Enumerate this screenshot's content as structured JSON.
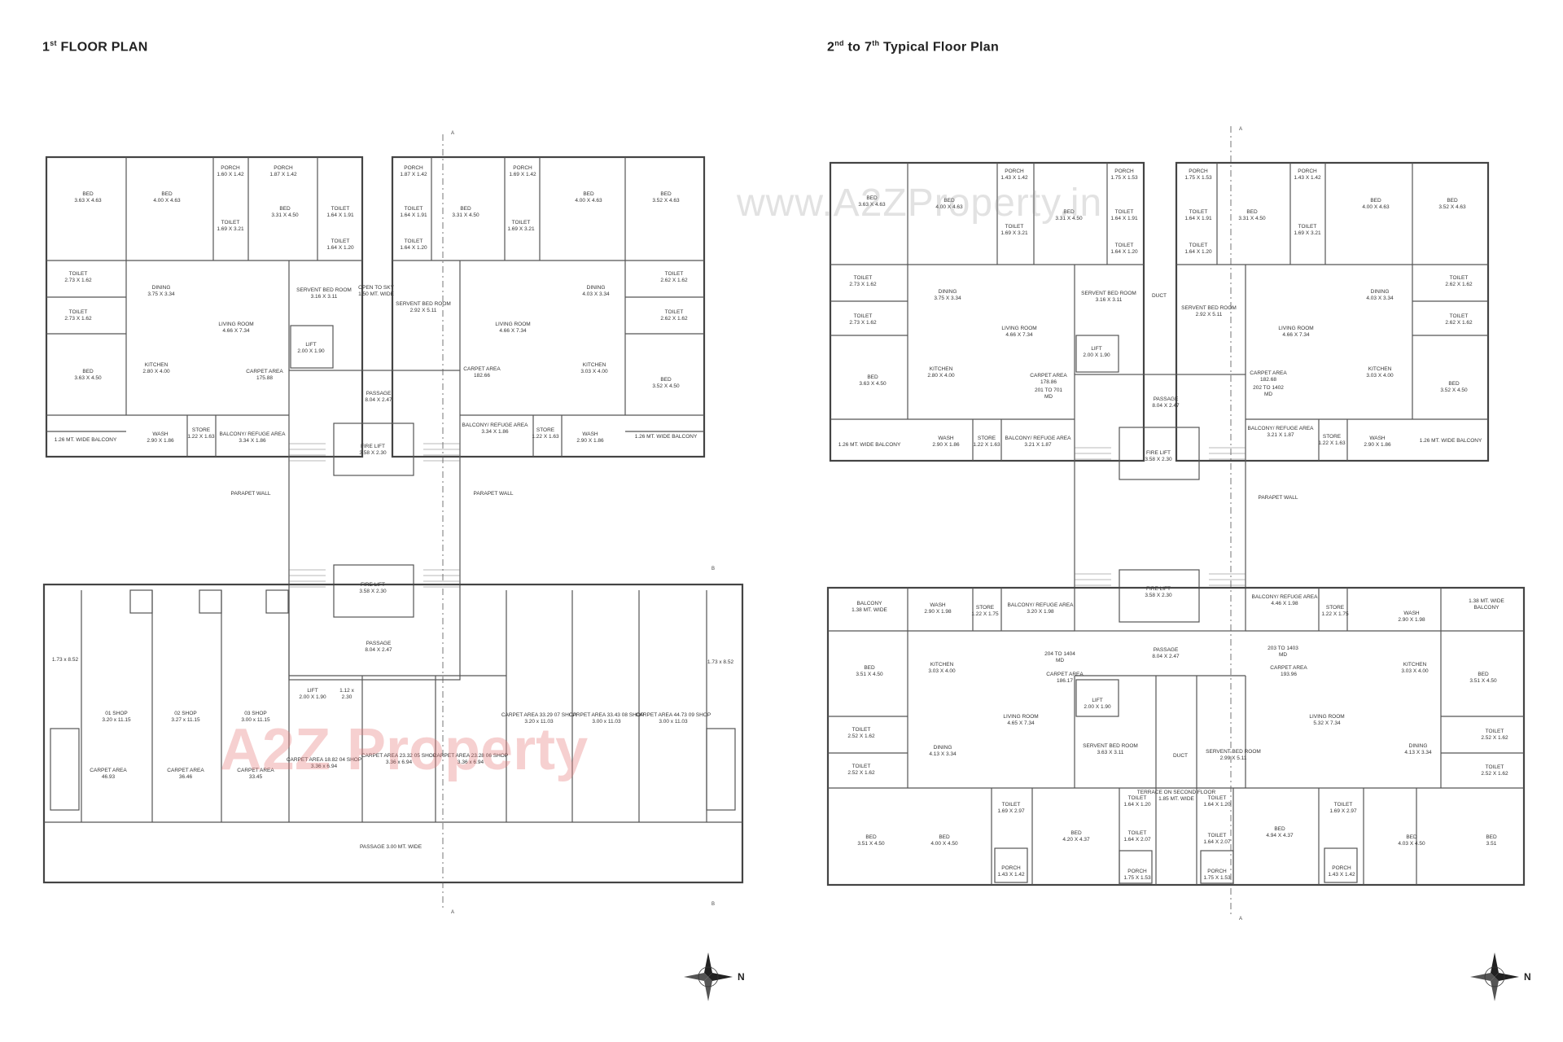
{
  "headings": {
    "left_sup": "st",
    "left_pre": "1",
    "left_rest": " FLOOR PLAN",
    "right_pre": "2",
    "right_sup": "nd",
    "right_mid": " to 7",
    "right_sup2": "th",
    "right_rest": " Typical Floor Plan"
  },
  "watermarks": {
    "url": "www.A2ZProperty.in",
    "logo": "A2Z Property"
  },
  "compass": {
    "label": "N"
  },
  "section_tags": {
    "a": "A",
    "b": "B"
  },
  "floor1_rooms": [
    {
      "k": "bed_l1",
      "name": "BED",
      "dim": "3.63 X 4.63"
    },
    {
      "k": "bed_l2",
      "name": "BED",
      "dim": "4.00 X 4.63"
    },
    {
      "k": "porch_l1",
      "name": "PORCH",
      "dim": "1.60 X 1.42"
    },
    {
      "k": "porch_l2",
      "name": "PORCH",
      "dim": "1.87 X 1.42"
    },
    {
      "k": "bed_l3",
      "name": "BED",
      "dim": "3.31 X 4.50"
    },
    {
      "k": "toilet_l1",
      "name": "TOILET",
      "dim": "1.69 X 3.21"
    },
    {
      "k": "toilet_l2",
      "name": "TOILET",
      "dim": "1.64 X 1.91"
    },
    {
      "k": "toilet_l3",
      "name": "TOILET",
      "dim": "1.64 X 1.20"
    },
    {
      "k": "toilet_l4",
      "name": "TOILET",
      "dim": "2.73 X 1.62"
    },
    {
      "k": "toilet_l5",
      "name": "TOILET",
      "dim": "2.73 X 1.62"
    },
    {
      "k": "dining_l",
      "name": "DINING",
      "dim": "3.75 X 3.34"
    },
    {
      "k": "living_l",
      "name": "LIVING ROOM",
      "dim": "4.66 X 7.34"
    },
    {
      "k": "servent_l",
      "name": "SERVENT BED ROOM",
      "dim": "3.16 X 3.11"
    },
    {
      "k": "sky",
      "name": "OPEN TO SKY",
      "dim": "1.50 MT. WIDE"
    },
    {
      "k": "bed_l4",
      "name": "BED",
      "dim": "3.63 X 4.50"
    },
    {
      "k": "kitchen_l",
      "name": "KITCHEN",
      "dim": "2.80 X 4.00"
    },
    {
      "k": "carpet_l",
      "name": "CARPET AREA",
      "dim": "175.88"
    },
    {
      "k": "lift_l",
      "name": "LIFT",
      "dim": "2.00 X 1.90"
    },
    {
      "k": "wash_l",
      "name": "WASH",
      "dim": "2.90 X 1.86"
    },
    {
      "k": "store_l",
      "name": "STORE",
      "dim": "1.22 X 1.63"
    },
    {
      "k": "balc_l",
      "name": "BALCONY/ REFUGE AREA",
      "dim": "3.34 X 1.86"
    },
    {
      "k": "balc_wide_l",
      "name": "1.26 MT. WIDE BALCONY",
      "dim": ""
    },
    {
      "k": "passage1",
      "name": "PASSAGE",
      "dim": "8.04 X 2.47"
    },
    {
      "k": "fire1",
      "name": "FIRE LIFT",
      "dim": "3.58 X 2.30"
    },
    {
      "k": "porch_r1",
      "name": "PORCH",
      "dim": "1.87 X 1.42"
    },
    {
      "k": "porch_r2",
      "name": "PORCH",
      "dim": "1.69 X 1.42"
    },
    {
      "k": "toilet_r1",
      "name": "TOILET",
      "dim": "1.64 X 1.91"
    },
    {
      "k": "toilet_r2",
      "name": "TOILET",
      "dim": "1.64 X 1.20"
    },
    {
      "k": "bed_r1",
      "name": "BED",
      "dim": "3.31 X 4.50"
    },
    {
      "k": "toilet_r3",
      "name": "TOILET",
      "dim": "1.69 X 3.21"
    },
    {
      "k": "bed_r2",
      "name": "BED",
      "dim": "4.00 X 4.63"
    },
    {
      "k": "bed_r3",
      "name": "BED",
      "dim": "3.52 X 4.63"
    },
    {
      "k": "servent_r",
      "name": "SERVENT BED ROOM",
      "dim": "2.92 X 5.11"
    },
    {
      "k": "dining_r",
      "name": "DINING",
      "dim": "4.03 X 3.34"
    },
    {
      "k": "living_r",
      "name": "LIVING ROOM",
      "dim": "4.66 X 7.34"
    },
    {
      "k": "toilet_r4",
      "name": "TOILET",
      "dim": "2.62 X 1.62"
    },
    {
      "k": "toilet_r5",
      "name": "TOILET",
      "dim": "2.62 X 1.62"
    },
    {
      "k": "carpet_r",
      "name": "CARPET AREA",
      "dim": "182.66"
    },
    {
      "k": "kitchen_r",
      "name": "KITCHEN",
      "dim": "3.03 X 4.00"
    },
    {
      "k": "bed_r4",
      "name": "BED",
      "dim": "3.52 X 4.50"
    },
    {
      "k": "balc_r",
      "name": "BALCONY/ REFUGE AREA",
      "dim": "3.34 X 1.86"
    },
    {
      "k": "store_r",
      "name": "STORE",
      "dim": "1.22 X 1.63"
    },
    {
      "k": "wash_r",
      "name": "WASH",
      "dim": "2.90 X 1.86"
    },
    {
      "k": "balc_wide_r",
      "name": "1.26 MT. WIDE BALCONY",
      "dim": ""
    },
    {
      "k": "parapet_l",
      "name": "PARAPET WALL",
      "dim": ""
    },
    {
      "k": "parapet_r",
      "name": "PARAPET WALL",
      "dim": ""
    },
    {
      "k": "fire2",
      "name": "FIRE LIFT",
      "dim": "3.58 X 2.30"
    },
    {
      "k": "passage2",
      "name": "PASSAGE",
      "dim": "8.04 X 2.47"
    },
    {
      "k": "lift2",
      "name": "LIFT",
      "dim": "2.00 X 1.90"
    },
    {
      "k": "small",
      "name": "1.12 x",
      "dim": "2.30"
    },
    {
      "k": "shop1",
      "name": "01 SHOP",
      "dim": "3.20 x 11.15"
    },
    {
      "k": "shop2",
      "name": "02 SHOP",
      "dim": "3.27 x 11.15"
    },
    {
      "k": "shop3",
      "name": "03 SHOP",
      "dim": "3.00 x 11.15"
    },
    {
      "k": "carpet_s1",
      "name": "CARPET AREA",
      "dim": "46.93"
    },
    {
      "k": "carpet_s2",
      "name": "CARPET AREA",
      "dim": "36.46"
    },
    {
      "k": "carpet_s3",
      "name": "CARPET AREA",
      "dim": "33.45"
    },
    {
      "k": "shop4",
      "name": "CARPET AREA 18.82 04 SHOP",
      "dim": "3.36 x 6.94"
    },
    {
      "k": "shop5",
      "name": "CARPET AREA 23.32 05 SHOP",
      "dim": "3.36 x 6.94"
    },
    {
      "k": "shop6",
      "name": "CARPET AREA 23.28 06 SHOP",
      "dim": "3.36 x 6.94"
    },
    {
      "k": "shop7",
      "name": "CARPET AREA 33.29 07 SHOP",
      "dim": "3.20 x 11.03"
    },
    {
      "k": "shop8",
      "name": "CARPET AREA 33.43 08 SHOP",
      "dim": "3.00 x 11.03"
    },
    {
      "k": "shop9",
      "name": "CARPET AREA 44.73 09 SHOP",
      "dim": "3.00 x 11.03"
    },
    {
      "k": "side_l",
      "name": "1.73 x 8.52",
      "dim": ""
    },
    {
      "k": "side_r",
      "name": "1.73 x 8.52",
      "dim": ""
    },
    {
      "k": "passage_wide",
      "name": "PASSAGE 3.00 MT. WIDE",
      "dim": ""
    }
  ],
  "floor2_rooms": [
    {
      "k": "bed_l1",
      "name": "BED",
      "dim": "3.63 X 4.63"
    },
    {
      "k": "porch_l1",
      "name": "PORCH",
      "dim": "1.43 X 1.42"
    },
    {
      "k": "bed_l2",
      "name": "BED",
      "dim": "4.00 X 4.63"
    },
    {
      "k": "toilet_l1",
      "name": "TOILET",
      "dim": "1.69 X 3.21"
    },
    {
      "k": "bed_l3",
      "name": "BED",
      "dim": "3.31 X 4.50"
    },
    {
      "k": "porch_l2",
      "name": "PORCH",
      "dim": "1.75 X 1.53"
    },
    {
      "k": "toilet_l2",
      "name": "TOILET",
      "dim": "1.64 X 1.91"
    },
    {
      "k": "toilet_l3",
      "name": "TOILET",
      "dim": "1.64 X 1.20"
    },
    {
      "k": "toilet_l4",
      "name": "TOILET",
      "dim": "2.73 X 1.62"
    },
    {
      "k": "toilet_l5",
      "name": "TOILET",
      "dim": "2.73 X 1.62"
    },
    {
      "k": "dining_l",
      "name": "DINING",
      "dim": "3.75 X 3.34"
    },
    {
      "k": "living_l",
      "name": "LIVING ROOM",
      "dim": "4.66 X 7.34"
    },
    {
      "k": "servent_l",
      "name": "SERVENT BED ROOM",
      "dim": "3.16 X 3.11"
    },
    {
      "k": "duct1",
      "name": "DUCT",
      "dim": ""
    },
    {
      "k": "bed_l4",
      "name": "BED",
      "dim": "3.63 X 4.50"
    },
    {
      "k": "kitchen_l",
      "name": "KITCHEN",
      "dim": "2.80 X 4.00"
    },
    {
      "k": "carpet_l",
      "name": "CARPET AREA",
      "dim": "178.86"
    },
    {
      "k": "units_l",
      "name": "201 TO 701",
      "dim": "MD"
    },
    {
      "k": "lift_l",
      "name": "LIFT",
      "dim": "2.00 X 1.90"
    },
    {
      "k": "wash_l",
      "name": "WASH",
      "dim": "2.90 X 1.86"
    },
    {
      "k": "store_l",
      "name": "STORE",
      "dim": "1.22 X 1.63"
    },
    {
      "k": "balc_l",
      "name": "BALCONY/ REFUGE AREA",
      "dim": "3.21 X 1.87"
    },
    {
      "k": "balc_wide_l",
      "name": "1.26 MT. WIDE BALCONY",
      "dim": ""
    },
    {
      "k": "passage1",
      "name": "PASSAGE",
      "dim": "8.04 X 2.47"
    },
    {
      "k": "fire1",
      "name": "FIRE LIFT",
      "dim": "3.58 X 2.30"
    },
    {
      "k": "porch_r1",
      "name": "PORCH",
      "dim": "1.75 X 1.53"
    },
    {
      "k": "toilet_r1",
      "name": "TOILET",
      "dim": "1.64 X 1.91"
    },
    {
      "k": "toilet_r2",
      "name": "TOILET",
      "dim": "1.64 X 1.20"
    },
    {
      "k": "bed_r1",
      "name": "BED",
      "dim": "3.31 X 4.50"
    },
    {
      "k": "porch_r2",
      "name": "PORCH",
      "dim": "1.43 X 1.42"
    },
    {
      "k": "toilet_r3",
      "name": "TOILET",
      "dim": "1.69 X 3.21"
    },
    {
      "k": "bed_r2",
      "name": "BED",
      "dim": "4.00 X 4.63"
    },
    {
      "k": "bed_r3",
      "name": "BED",
      "dim": "3.52 X 4.63"
    },
    {
      "k": "servent_r",
      "name": "SERVENT BED ROOM",
      "dim": "2.92 X 5.11"
    },
    {
      "k": "dining_r",
      "name": "DINING",
      "dim": "4.03 X 3.34"
    },
    {
      "k": "living_r",
      "name": "LIVING ROOM",
      "dim": "4.66 X 7.34"
    },
    {
      "k": "toilet_r4",
      "name": "TOILET",
      "dim": "2.62 X 1.62"
    },
    {
      "k": "toilet_r5",
      "name": "TOILET",
      "dim": "2.62 X 1.62"
    },
    {
      "k": "carpet_r",
      "name": "CARPET AREA",
      "dim": "182.68"
    },
    {
      "k": "units_r",
      "name": "202 TO 1402",
      "dim": "MD"
    },
    {
      "k": "kitchen_r",
      "name": "KITCHEN",
      "dim": "3.03 X 4.00"
    },
    {
      "k": "bed_r4",
      "name": "BED",
      "dim": "3.52 X 4.50"
    },
    {
      "k": "balc_r",
      "name": "BALCONY/ REFUGE AREA",
      "dim": "3.21 X 1.87"
    },
    {
      "k": "store_r",
      "name": "STORE",
      "dim": "1.22 X 1.63"
    },
    {
      "k": "wash_r",
      "name": "WASH",
      "dim": "2.90 X 1.86"
    },
    {
      "k": "balc_wide_r",
      "name": "1.26 MT. WIDE BALCONY",
      "dim": ""
    },
    {
      "k": "parapet",
      "name": "PARAPET WALL",
      "dim": ""
    },
    {
      "k": "fire2",
      "name": "FIRE LIFT",
      "dim": "3.58 X 2.30"
    },
    {
      "k": "balc_b1",
      "name": "BALCONY",
      "dim": "1.38 MT. WIDE"
    },
    {
      "k": "wash_b1",
      "name": "WASH",
      "dim": "2.90 X 1.98"
    },
    {
      "k": "store_b1",
      "name": "STORE",
      "dim": "1.22 X 1.75"
    },
    {
      "k": "balc_b2",
      "name": "BALCONY/ REFUGE AREA",
      "dim": "3.20 X 1.98"
    },
    {
      "k": "balc_b3",
      "name": "BALCONY/ REFUGE AREA",
      "dim": "4.46 X 1.98"
    },
    {
      "k": "store_b2",
      "name": "STORE",
      "dim": "1.22 X 1.75"
    },
    {
      "k": "wash_b2",
      "name": "WASH",
      "dim": "2.90 X 1.98"
    },
    {
      "k": "balc_b4",
      "name": "1.38 MT. WIDE",
      "dim": "BALCONY"
    },
    {
      "k": "bed_b1",
      "name": "BED",
      "dim": "3.51 X 4.50"
    },
    {
      "k": "kitchen_b1",
      "name": "KITCHEN",
      "dim": "3.03 X 4.00"
    },
    {
      "k": "units_b1",
      "name": "204 TO 1404",
      "dim": "MD"
    },
    {
      "k": "carpet_b1",
      "name": "CARPET AREA",
      "dim": "186.17"
    },
    {
      "k": "passage2",
      "name": "PASSAGE",
      "dim": "8.04 X 2.47"
    },
    {
      "k": "units_b2",
      "name": "203 TO 1403",
      "dim": "MD"
    },
    {
      "k": "carpet_b2",
      "name": "CARPET AREA",
      "dim": "193.96"
    },
    {
      "k": "kitchen_b2",
      "name": "KITCHEN",
      "dim": "3.03 X 4.00"
    },
    {
      "k": "bed_b2",
      "name": "BED",
      "dim": "3.51 X 4.50"
    },
    {
      "k": "living_b1",
      "name": "LIVING ROOM",
      "dim": "4.65 X 7.34"
    },
    {
      "k": "lift_b",
      "name": "LIFT",
      "dim": "2.00 X 1.90"
    },
    {
      "k": "living_b2",
      "name": "LIVING ROOM",
      "dim": "5.32 X 7.34"
    },
    {
      "k": "toilet_b1",
      "name": "TOILET",
      "dim": "2.52 X 1.62"
    },
    {
      "k": "toilet_b2",
      "name": "TOILET",
      "dim": "2.52 X 1.62"
    },
    {
      "k": "dining_b1",
      "name": "DINING",
      "dim": "4.13 X 3.34"
    },
    {
      "k": "servent_b1",
      "name": "SERVENT BED ROOM",
      "dim": "3.63 X 3.11"
    },
    {
      "k": "duct2",
      "name": "DUCT",
      "dim": ""
    },
    {
      "k": "servent_b2",
      "name": "SERVENT BED ROOM",
      "dim": "2.99 X 5.11"
    },
    {
      "k": "dining_b2",
      "name": "DINING",
      "dim": "4.13 X 3.34"
    },
    {
      "k": "toilet_b3",
      "name": "TOILET",
      "dim": "2.52 X 1.62"
    },
    {
      "k": "toilet_b4",
      "name": "TOILET",
      "dim": "2.52 X 1.62"
    },
    {
      "k": "terrace",
      "name": "TERRACE ON SECOND FLOOR",
      "dim": "1.85 MT. WIDE"
    },
    {
      "k": "toilet_b5",
      "name": "TOILET",
      "dim": "1.69 X 2.97"
    },
    {
      "k": "toilet_b6",
      "name": "TOILET",
      "dim": "1.64 X 1.20"
    },
    {
      "k": "toilet_b7",
      "name": "TOILET",
      "dim": "1.64 X 2.07"
    },
    {
      "k": "toilet_b8",
      "name": "TOILET",
      "dim": "1.64 X 1.20"
    },
    {
      "k": "toilet_b9",
      "name": "TOILET",
      "dim": "1.64 X 2.07"
    },
    {
      "k": "toilet_b10",
      "name": "TOILET",
      "dim": "1.69 X 2.97"
    },
    {
      "k": "bed_b3",
      "name": "BED",
      "dim": "3.51 X 4.50"
    },
    {
      "k": "bed_b4",
      "name": "BED",
      "dim": "4.00 X 4.50"
    },
    {
      "k": "bed_b5",
      "name": "BED",
      "dim": "4.20 X 4.37"
    },
    {
      "k": "bed_b6",
      "name": "BED",
      "dim": "4.94 X 4.37"
    },
    {
      "k": "bed_b7",
      "name": "BED",
      "dim": "4.03 X 4.50"
    },
    {
      "k": "bed_b8",
      "name": "BED",
      "dim": "3.51"
    },
    {
      "k": "porch_b1",
      "name": "PORCH",
      "dim": "1.43 X 1.42"
    },
    {
      "k": "porch_b2",
      "name": "PORCH",
      "dim": "1.75 X 1.53"
    },
    {
      "k": "porch_b3",
      "name": "PORCH",
      "dim": "1.75 X 1.53"
    },
    {
      "k": "porch_b4",
      "name": "PORCH",
      "dim": "1.43 X 1.42"
    }
  ]
}
